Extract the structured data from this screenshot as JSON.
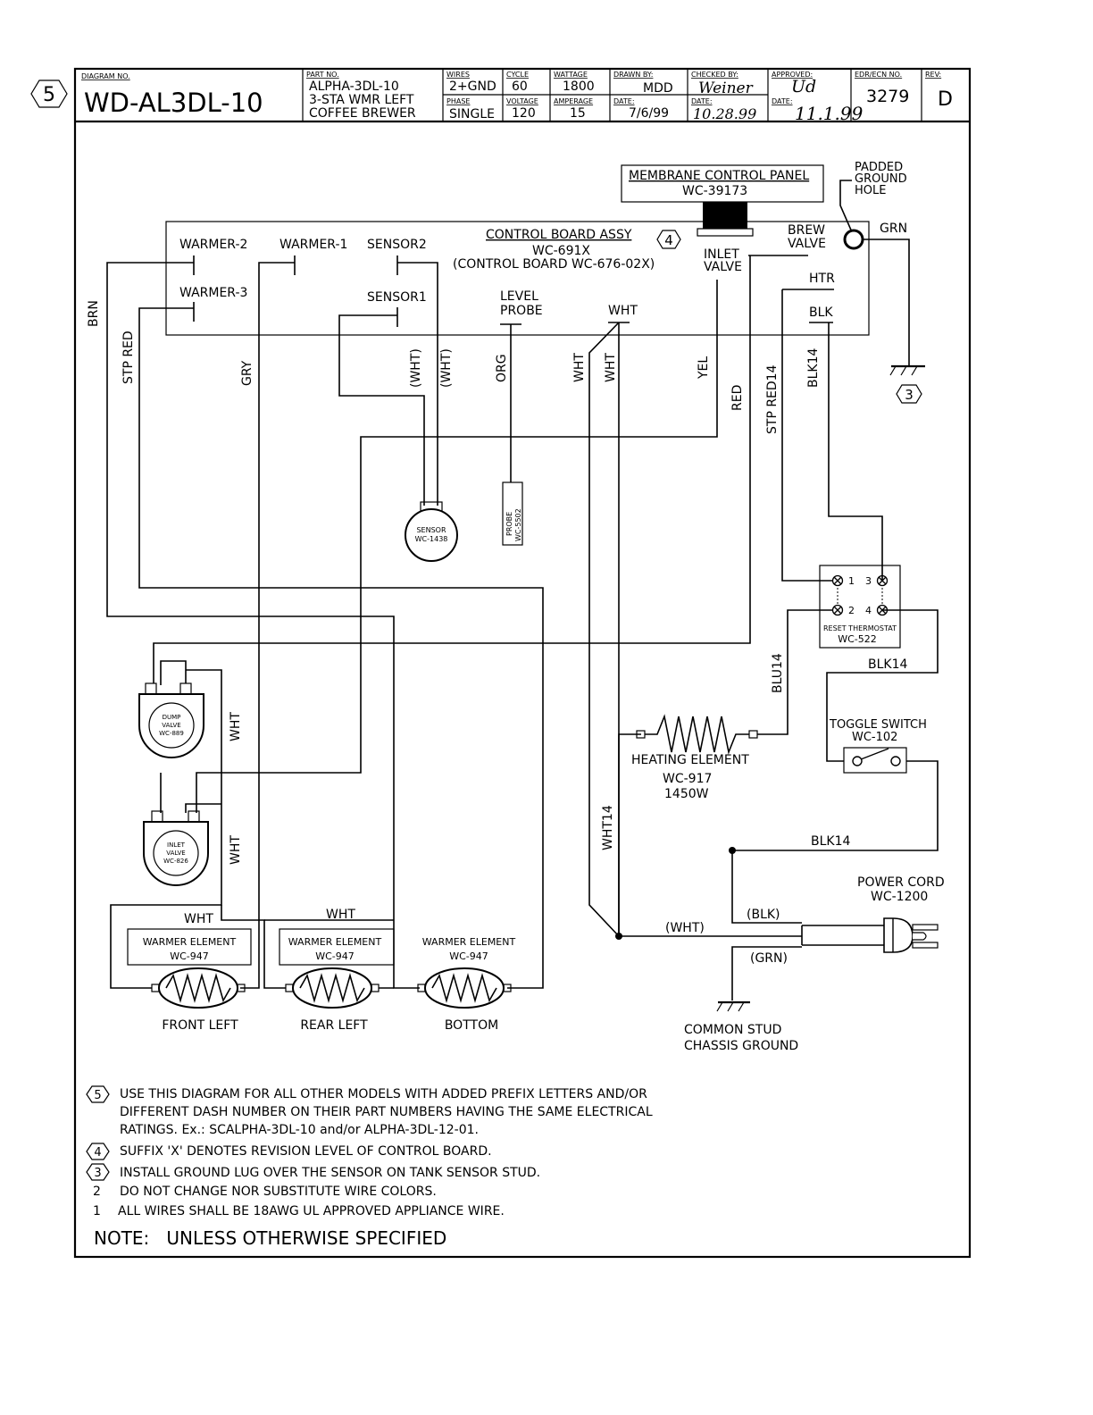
{
  "title_block": {
    "note_ref": "5",
    "diagram_no_label": "DIAGRAM NO.",
    "diagram_no": "WD-AL3DL-10",
    "part_no_label": "PART NO.",
    "part_no_lines": [
      "ALPHA-3DL-10",
      "3-STA WMR LEFT",
      "COFFEE BREWER"
    ],
    "wires_label": "WIRES",
    "wires": "2+GND",
    "cycle_label": "CYCLE",
    "cycle": "60",
    "wattage_label": "WATTAGE",
    "wattage": "1800",
    "phase_label": "PHASE",
    "phase": "SINGLE",
    "voltage_label": "VOLTAGE",
    "voltage": "120",
    "amperage_label": "AMPERAGE",
    "amperage": "15",
    "drawn_by_label": "DRAWN BY:",
    "drawn_by": "MDD",
    "date_label": "DATE:",
    "date": "7/6/99",
    "checked_by_label": "CHECKED BY:",
    "checked_date_label": "DATE:",
    "checked_sig": "Weiner",
    "checked_date": "10.28.99",
    "approved_label": "APPROVED:",
    "approved_date_label": "DATE:",
    "approved_sig": "Ud",
    "approved_date": "11.1.99",
    "ecn_label": "EDR/ECN NO.",
    "ecn": "3279",
    "rev_label": "REV:",
    "rev": "D"
  },
  "components": {
    "membrane_panel": [
      "MEMBRANE CONTROL PANEL",
      "WC-39173"
    ],
    "padded_ground": [
      "PADDED",
      "GROUND",
      "HOLE"
    ],
    "control_board": [
      "CONTROL BOARD ASSY",
      "WC-691X",
      "(CONTROL BOARD WC-676-02X)"
    ],
    "control_board_ref": "4",
    "terminals": {
      "warmer2": "WARMER-2",
      "warmer1": "WARMER-1",
      "sensor2": "SENSOR2",
      "warmer3": "WARMER-3",
      "sensor1": "SENSOR1",
      "level_probe": [
        "LEVEL",
        "PROBE"
      ],
      "wht": "WHT",
      "inlet_valve": [
        "INLET",
        "VALVE"
      ],
      "brew_valve": [
        "BREW",
        "VALVE"
      ],
      "htr": "HTR",
      "blk": "BLK",
      "grn": "GRN"
    },
    "ground_ref": "3",
    "sensor": [
      "SENSOR",
      "WC-1438"
    ],
    "probe": [
      "PROBE",
      "WC-5502"
    ],
    "dump_valve": [
      "DUMP",
      "VALVE",
      "WC-889"
    ],
    "inlet_valve": [
      "INLET",
      "VALVE",
      "WC-826"
    ],
    "reset_thermostat": [
      "RESET THERMOSTAT",
      "WC-522"
    ],
    "thermostat_pins": [
      "1",
      "3",
      "2",
      "4"
    ],
    "toggle_switch": [
      "TOGGLE SWITCH",
      "WC-102"
    ],
    "heating_element": [
      "HEATING ELEMENT",
      "WC-917",
      "1450W"
    ],
    "power_cord": [
      "POWER CORD",
      "WC-1200"
    ],
    "chassis_ground": [
      "COMMON STUD",
      "CHASSIS GROUND"
    ],
    "warmer_label": "WARMER ELEMENT",
    "warmer_part": "WC-947",
    "warmers": [
      "FRONT LEFT",
      "REAR LEFT",
      "BOTTOM"
    ]
  },
  "wire_labels": {
    "brn": "BRN",
    "stp_red": "STP RED",
    "gry": "GRY",
    "wht_p": "(WHT)",
    "org": "ORG",
    "wht": "WHT",
    "yel": "YEL",
    "red": "RED",
    "stp_red14": "STP RED14",
    "blk14": "BLK14",
    "blu14": "BLU14",
    "wht14": "WHT14",
    "blk_p": "(BLK)",
    "grn_p": "(GRN)"
  },
  "notes": {
    "n5": [
      "USE THIS DIAGRAM FOR ALL OTHER MODELS WITH ADDED PREFIX LETTERS AND/OR",
      "DIFFERENT DASH NUMBER ON THEIR PART NUMBERS HAVING THE SAME ELECTRICAL",
      "RATINGS.   Ex.: SCALPHA-3DL-10 and/or ALPHA-3DL-12-01."
    ],
    "n4": "SUFFIX 'X' DENOTES REVISION LEVEL OF CONTROL BOARD.",
    "n3": "INSTALL GROUND LUG OVER THE SENSOR ON TANK SENSOR STUD.",
    "n2": "DO NOT CHANGE NOR SUBSTITUTE WIRE COLORS.",
    "n1": "ALL WIRES SHALL BE 18AWG UL APPROVED APPLIANCE WIRE.",
    "num5": "5",
    "num4": "4",
    "num3": "3",
    "num2": "2",
    "num1": "1",
    "footer": "NOTE:   UNLESS OTHERWISE SPECIFIED"
  }
}
